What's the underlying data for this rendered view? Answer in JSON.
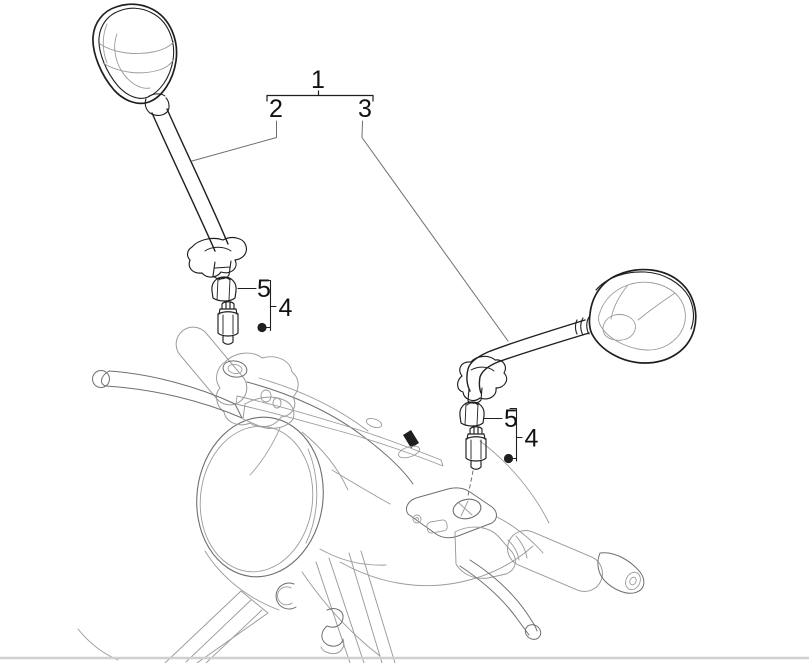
{
  "diagram": {
    "callouts": {
      "assembly_label": "1",
      "left_mirror_label": "2",
      "right_mirror_label": "3",
      "fastener_kit_label": "4",
      "nut_label": "5"
    },
    "colors": {
      "line_dark": "#1f1f1f",
      "line_medium": "#6f6f6f",
      "line_light": "#9a9a9a",
      "baseline": "#cfcfcf",
      "label_text": "#111111",
      "background": "#ffffff"
    }
  }
}
